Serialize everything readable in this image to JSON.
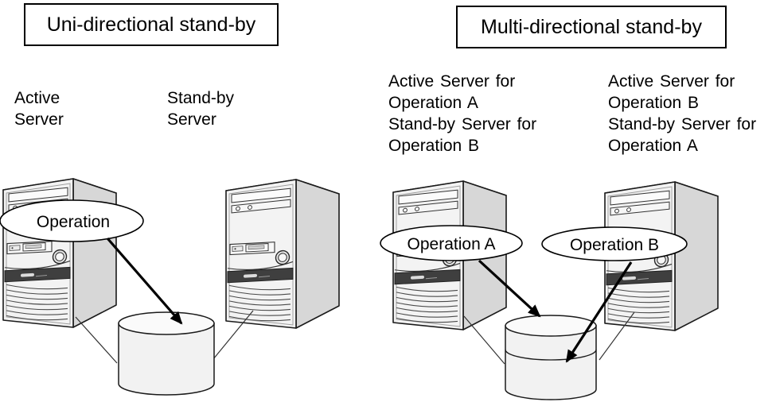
{
  "left_panel": {
    "title": "Uni-directional stand-by",
    "active_server_label": "Active\nServer",
    "standby_server_label": "Stand-by\nServer",
    "operation_label": "Operation"
  },
  "right_panel": {
    "title": "Multi-directional stand-by",
    "server_a_label": "Active Server for\nOperation A\nStand-by Server for\nOperation B",
    "server_b_label": "Active Server for\nOperation B\nStand-by Server for\nOperation A",
    "operation_a_label": "Operation A",
    "operation_b_label": "Operation B"
  },
  "icons": {
    "server": "tower-server-icon",
    "disk": "disk-cylinder-icon",
    "arrow": "write-arrow"
  },
  "colors": {
    "background": "#ffffff",
    "outline": "#1a1a1a",
    "server_front": "#f3f3f3",
    "server_side": "#d7d7d7",
    "server_top": "#ededed",
    "server_dark_band": "#3f3f3f",
    "disk_fill": "#f2f2f2",
    "disk_top": "#fafafa",
    "ellipse_fill": "#ffffff",
    "text": "#000000"
  }
}
